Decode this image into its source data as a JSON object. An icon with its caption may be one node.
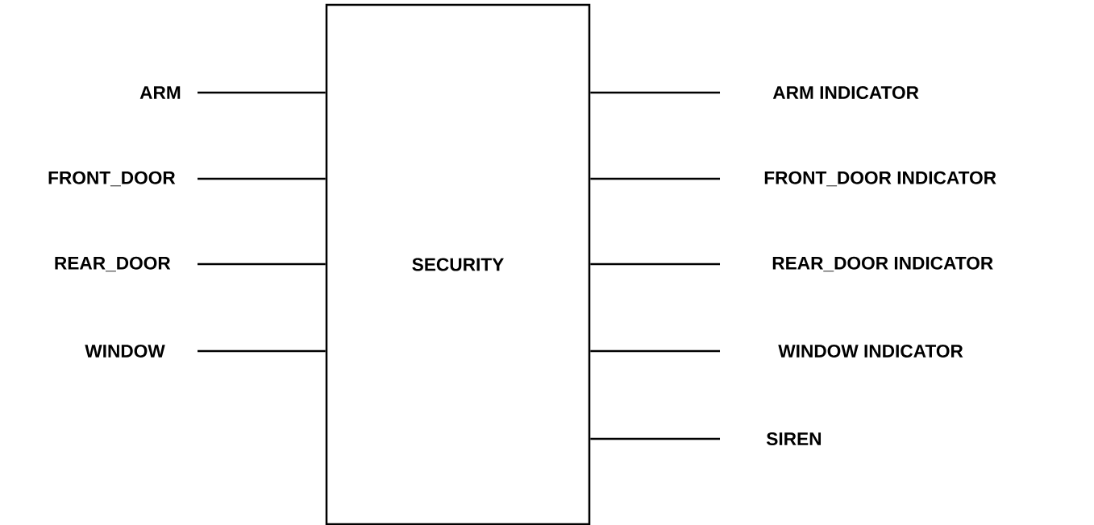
{
  "diagram": {
    "nodes": [
      {
        "text": [
          "SECURITY"
        ]
      },
      {
        "text": [
          "ARM"
        ]
      },
      {
        "text": [
          "FRONT_DOOR"
        ]
      },
      {
        "text": [
          "REAR_DOOR"
        ]
      },
      {
        "text": [
          "WINDOW"
        ]
      },
      {
        "text": [
          "ARM INDICATOR"
        ]
      },
      {
        "text": [
          "FRONT_DOOR INDICATOR"
        ]
      },
      {
        "text": [
          "REAR_DOOR INDICATOR"
        ]
      },
      {
        "text": [
          "WINDOW INDICATOR"
        ]
      },
      {
        "text": [
          "SIREN"
        ]
      }
    ],
    "edges": [
      {
        "from": 1,
        "to": 0,
        "arrow": "none"
      },
      {
        "from": 2,
        "to": 0,
        "arrow": "none"
      },
      {
        "from": 3,
        "to": 0,
        "arrow": "none"
      },
      {
        "from": 4,
        "to": 0,
        "arrow": "none"
      },
      {
        "from": 0,
        "to": 5,
        "arrow": "none"
      },
      {
        "from": 0,
        "to": 6,
        "arrow": "none"
      },
      {
        "from": 0,
        "to": 7,
        "arrow": "none"
      },
      {
        "from": 0,
        "to": 8,
        "arrow": "none"
      },
      {
        "from": 0,
        "to": 9,
        "arrow": "none"
      }
    ]
  }
}
